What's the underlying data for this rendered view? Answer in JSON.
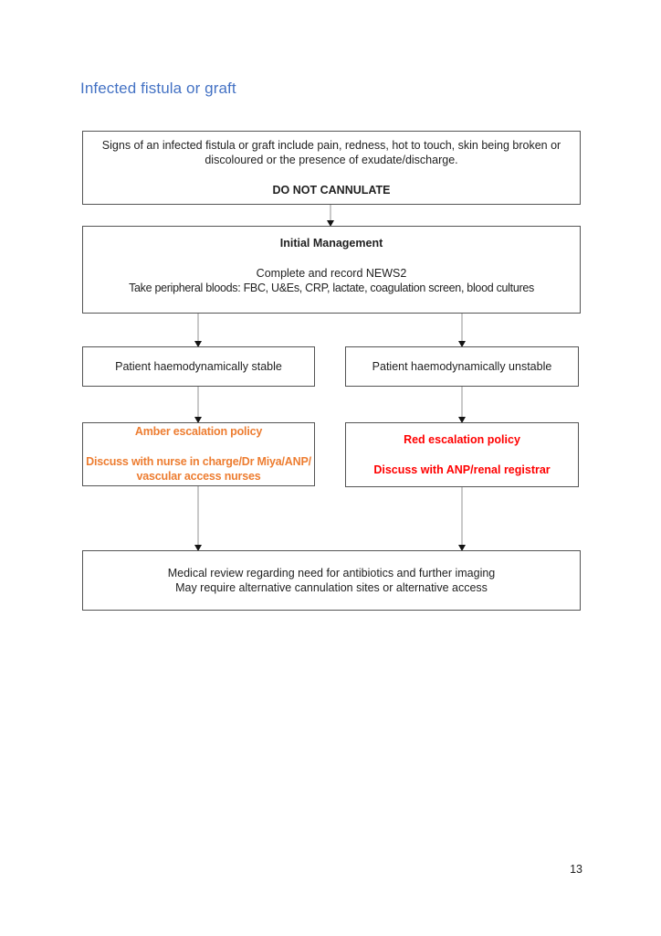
{
  "page": {
    "title": "Infected fistula or graft",
    "number": "13"
  },
  "colors": {
    "title_blue": "#4472C4",
    "amber": "#ED7D31",
    "red": "#FF0000",
    "box_border_gray": "#545454",
    "connector_gray": "#c9c9c9"
  },
  "flowchart": {
    "signs_box": {
      "text": "Signs of an infected fistula or graft include pain, redness, hot to touch, skin being broken or discoloured or the presence of exudate/discharge.",
      "warning": "DO NOT CANNULATE"
    },
    "initial_management_box": {
      "title": "Initial Management",
      "line1": "Complete and record NEWS2",
      "line2": "Take peripheral bloods: FBC, U&Es, CRP, lactate, coagulation screen, blood cultures"
    },
    "stable_box": {
      "label": "Patient haemodynamically stable"
    },
    "unstable_box": {
      "label": "Patient haemodynamically unstable"
    },
    "amber_box": {
      "title": "Amber escalation policy",
      "body_line1": "Discuss with nurse in charge/Dr Miya/ANP/",
      "body_line2": "vascular access nurses"
    },
    "red_box": {
      "title": "Red escalation policy",
      "body": "Discuss with ANP/renal registrar"
    },
    "outcome_box": {
      "line1": "Medical review regarding need for antibiotics and further imaging",
      "line2": "May require alternative cannulation sites or alternative access"
    }
  }
}
